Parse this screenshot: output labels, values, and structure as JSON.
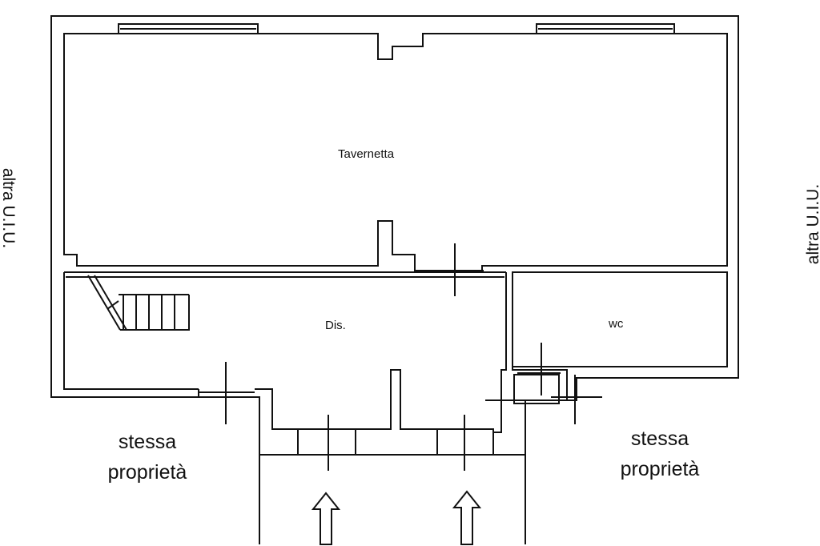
{
  "rooms": {
    "tavernetta": "Tavernetta",
    "dis": "Dis.",
    "wc": "wc"
  },
  "neighbors": {
    "left_line1": "stessa",
    "left_line2": "proprietà",
    "right_line1": "stessa",
    "right_line2": "proprietà",
    "left_side": "altra U.I.U.",
    "right_side": "altra U.I.U."
  },
  "colors": {
    "line": "#111111",
    "background": "#ffffff"
  }
}
